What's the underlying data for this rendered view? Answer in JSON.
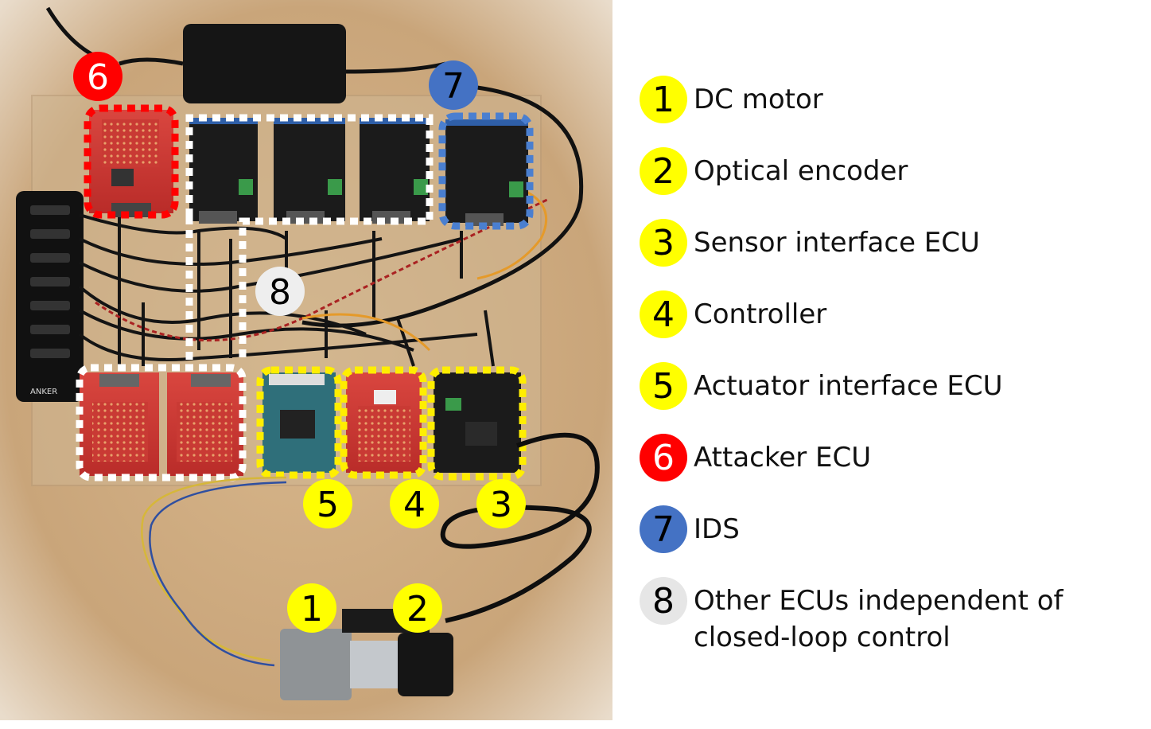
{
  "legend": [
    {
      "number": "1",
      "label": "DC motor",
      "color": "#ffff00",
      "text_color": "#000000"
    },
    {
      "number": "2",
      "label": "Optical encoder",
      "color": "#ffff00",
      "text_color": "#000000"
    },
    {
      "number": "3",
      "label": "Sensor interface ECU",
      "color": "#ffff00",
      "text_color": "#000000"
    },
    {
      "number": "4",
      "label": "Controller",
      "color": "#ffff00",
      "text_color": "#000000"
    },
    {
      "number": "5",
      "label": "Actuator interface ECU",
      "color": "#ffff00",
      "text_color": "#000000"
    },
    {
      "number": "6",
      "label": "Attacker ECU",
      "color": "#ff0000",
      "text_color": "#ffffff"
    },
    {
      "number": "7",
      "label": "IDS",
      "color": "#4472c4",
      "text_color": "#000000"
    },
    {
      "number": "8",
      "label": "Other ECUs independent of closed-loop control",
      "color": "#e6e6e6",
      "text_color": "#000000"
    }
  ],
  "photo_labels": {
    "attacker": "6",
    "ids": "7",
    "other": "8",
    "actuator": "5",
    "controller": "4",
    "sensor": "3",
    "motor": "1",
    "encoder": "2"
  },
  "photo_text": {
    "hub_brand": "ANKER"
  },
  "colors": {
    "board_red": "#c8332f",
    "board_black": "#1a1a1a",
    "board_blue": "#2f6f7a",
    "wood": "#c9a57a",
    "dash_white": "#ffffff",
    "dash_yellow": "#ffee00",
    "dash_red": "#ff0000",
    "dash_blue": "#4a7fd0"
  }
}
